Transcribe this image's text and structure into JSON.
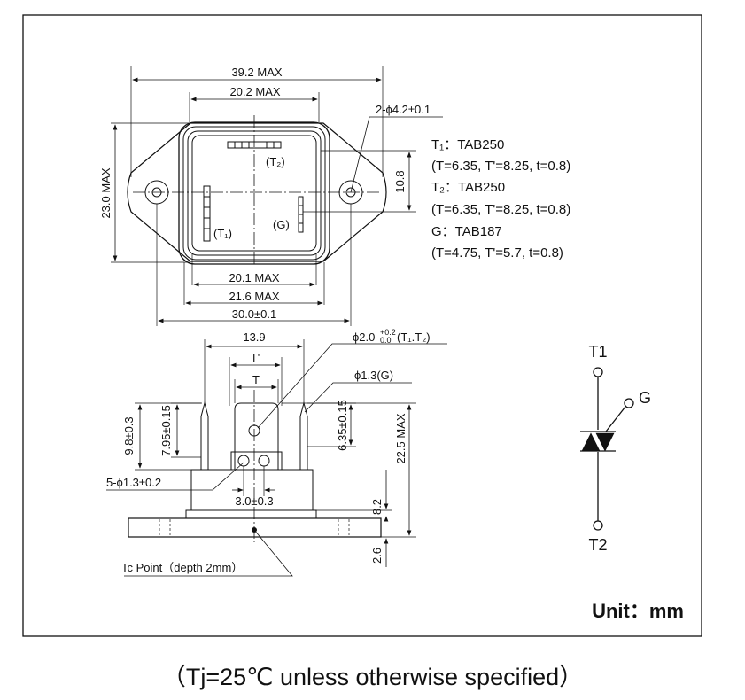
{
  "dimensions": {
    "overall_width": "39.2 MAX",
    "top_width": "20.2 MAX",
    "hole_spec": "2-ϕ4.2±0.1",
    "overall_height": "23.0 MAX",
    "hole_offset": "10.8",
    "inner_width": "20.1 MAX",
    "base_width": "21.6 MAX",
    "hole_pitch": "30.0±0.1",
    "terminal_span": "13.9",
    "tprime": "T'",
    "t": "T",
    "hole_main_prefix": "ϕ2.0",
    "hole_main_tol_plus": "+0.2",
    "hole_main_tol_minus": "0.0",
    "hole_main_terms": "(T₁.T₂)",
    "hole_gate": "ϕ1.3(G)",
    "side_98": "9.8±0.3",
    "side_795": "7.95±0.15",
    "side_635": "6.35±0.15",
    "side_225": "22.5 MAX",
    "holes5": "5-ϕ1.3±0.2",
    "pitch3": "3.0±0.3",
    "side_82": "8.2",
    "side_26": "2.6",
    "tc_point": "Tc Point（depth 2mm）"
  },
  "labels": {
    "t2": "(T₂)",
    "t1": "(T₁)",
    "g": "(G)"
  },
  "specs": [
    "T₁：TAB250",
    "(T=6.35, T'=8.25, t=0.8)",
    "T₂：TAB250",
    "(T=6.35, T'=8.25, t=0.8)",
    "G：TAB187",
    "(T=4.75, T'=5.7, t=0.8)"
  ],
  "symbol": {
    "t1": "T1",
    "t2": "T2",
    "g": "G"
  },
  "unit": "Unit：mm",
  "note": "（Tj=25℃ unless otherwise specified）"
}
